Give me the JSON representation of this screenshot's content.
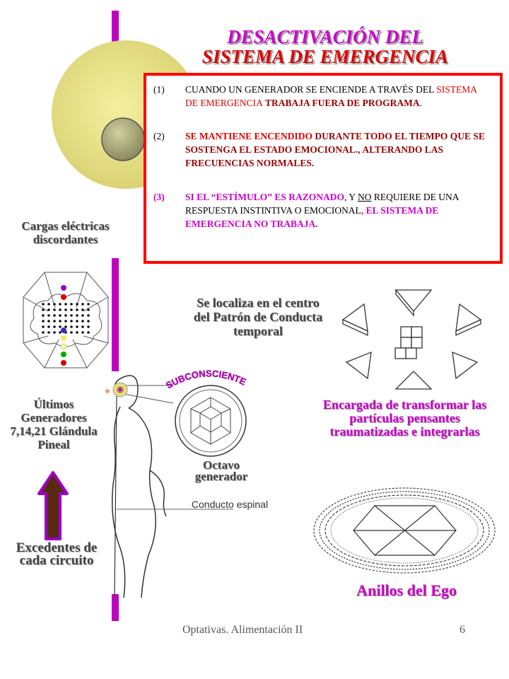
{
  "title": {
    "word1": "DESACTIVACIÓN",
    "word2": "DEL",
    "line2": "SISTEMA DE EMERGENCIA"
  },
  "box": {
    "item1": {
      "num": "(1)",
      "a": "CUANDO UN GENERADOR SE ENCIENDE A TRAVÉS DEL ",
      "b": "SISTEMA DE EMERGENCIA",
      "c": " TRABAJA FUERA DE PROGRAMA",
      "d": "."
    },
    "item2": {
      "num": "(2)",
      "a": " SE MANTIENE ENCENDIDO",
      "b": " DURANTE TODO EL TIEMPO QUE SE SOSTENGA EL ESTADO EMOCIONAL., ALTERANDO LAS FRECUENCIAS NORMALES."
    },
    "item3": {
      "num": "(3)",
      "a": "SI EL “ESTÍMULO” ES RAZONADO",
      "b": ", Y ",
      "c": "NO",
      "d": " REQUIERE DE UNA RESPUESTA INSTINTIVA O EMOCIONAL",
      "e": ", EL SISTEMA DE EMERGENCIA NO TRABAJA."
    }
  },
  "labels": {
    "cargas": "Cargas eléctricas discordantes",
    "localiza": "Se localiza en el centro del Patrón de Conducta temporal",
    "subconsciente": "SUBCONSCIENTE",
    "ultimos": "Últimos Generadores 7,14,21 Glándula Pineal",
    "octavo": "Octavo generador",
    "conducto": "Conducto espinal",
    "excedentes": "Excedentes de cada circuito",
    "encargada": "Encargada de transformar las partículas pensantes traumatizadas e integrarlas",
    "anillos": "Anillos del Ego"
  },
  "footer": {
    "left": "Optativas. Alimentación II",
    "page": "6"
  }
}
